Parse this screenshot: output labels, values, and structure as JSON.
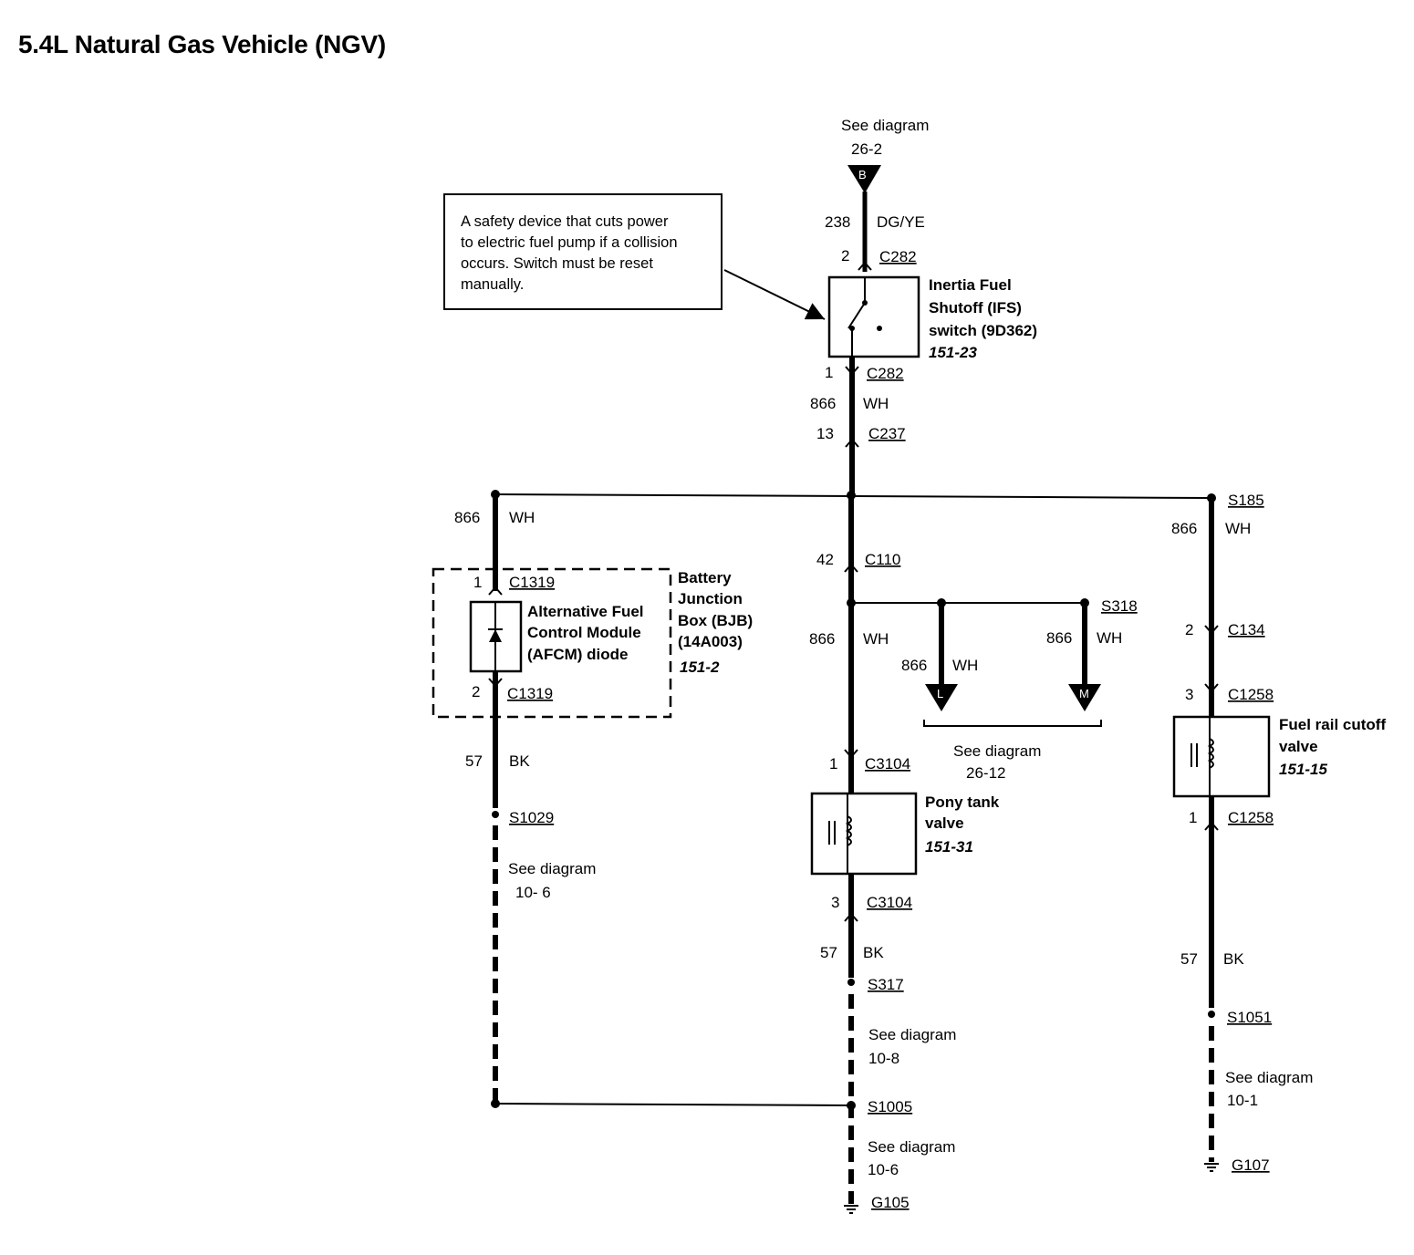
{
  "title": "5.4L Natural Gas Vehicle (NGV)",
  "note": {
    "lines": [
      "A safety device that cuts power",
      "to electric fuel pump if a collision",
      "occurs. Switch must be reset",
      "manually."
    ]
  },
  "top_ref": {
    "text": "See diagram",
    "page": "26-2",
    "flag": "B"
  },
  "ifs": {
    "wire_in": {
      "circuit": "238",
      "color": "DG/YE"
    },
    "pin_in": "2",
    "conn_in": "C282",
    "name": [
      "Inertia Fuel",
      "Shutoff (IFS)",
      "switch (9D362)"
    ],
    "ref": "151-23",
    "pin_out": "1",
    "conn_out": "C282",
    "wire_out": {
      "circuit": "866",
      "color": "WH"
    },
    "pin_c237": "13",
    "conn_c237": "C237"
  },
  "bjb": {
    "wire_in": {
      "circuit": "866",
      "color": "WH"
    },
    "pin_top": "1",
    "conn_top": "C1319",
    "module": [
      "Alternative Fuel",
      "Control Module",
      "(AFCM) diode"
    ],
    "box": [
      "Battery",
      "Junction",
      "Box (BJB)",
      "(14A003)"
    ],
    "ref": "151-2",
    "pin_bot": "2",
    "conn_bot": "C1319",
    "wire_out": {
      "circuit": "57",
      "color": "BK"
    },
    "splice": "S1029",
    "see": "See diagram",
    "see_page": "10- 6"
  },
  "center": {
    "pin_c110": "42",
    "conn_c110": "C110",
    "wire": {
      "circuit": "866",
      "color": "WH"
    },
    "pin_c3104_top": "1",
    "conn_c3104_top": "C3104",
    "valve": [
      "Pony tank",
      "valve"
    ],
    "valve_ref": "151-31",
    "pin_c3104_bot": "3",
    "conn_c3104_bot": "C3104",
    "wire_out": {
      "circuit": "57",
      "color": "BK"
    },
    "splice_s317": "S317",
    "see1": "See diagram",
    "see1_page": "10-8",
    "splice_s1005": "S1005",
    "see2": "See diagram",
    "see2_page": "10-6",
    "ground": "G105"
  },
  "branches": {
    "splice": "S318",
    "wire_l": {
      "circuit": "866",
      "color": "WH"
    },
    "wire_m": {
      "circuit": "866",
      "color": "WH"
    },
    "flag_l": "L",
    "flag_m": "M",
    "see": "See diagram",
    "see_page": "26-12"
  },
  "right": {
    "splice": "S185",
    "wire": {
      "circuit": "866",
      "color": "WH"
    },
    "pin_c134": "2",
    "conn_c134": "C134",
    "pin_c1258_top": "3",
    "conn_c1258_top": "C1258",
    "valve": [
      "Fuel rail cutoff",
      "valve"
    ],
    "valve_ref": "151-15",
    "pin_c1258_bot": "1",
    "conn_c1258_bot": "C1258",
    "wire_out": {
      "circuit": "57",
      "color": "BK"
    },
    "splice_s1051": "S1051",
    "see": "See diagram",
    "see_page": "10-1",
    "ground": "G107"
  }
}
